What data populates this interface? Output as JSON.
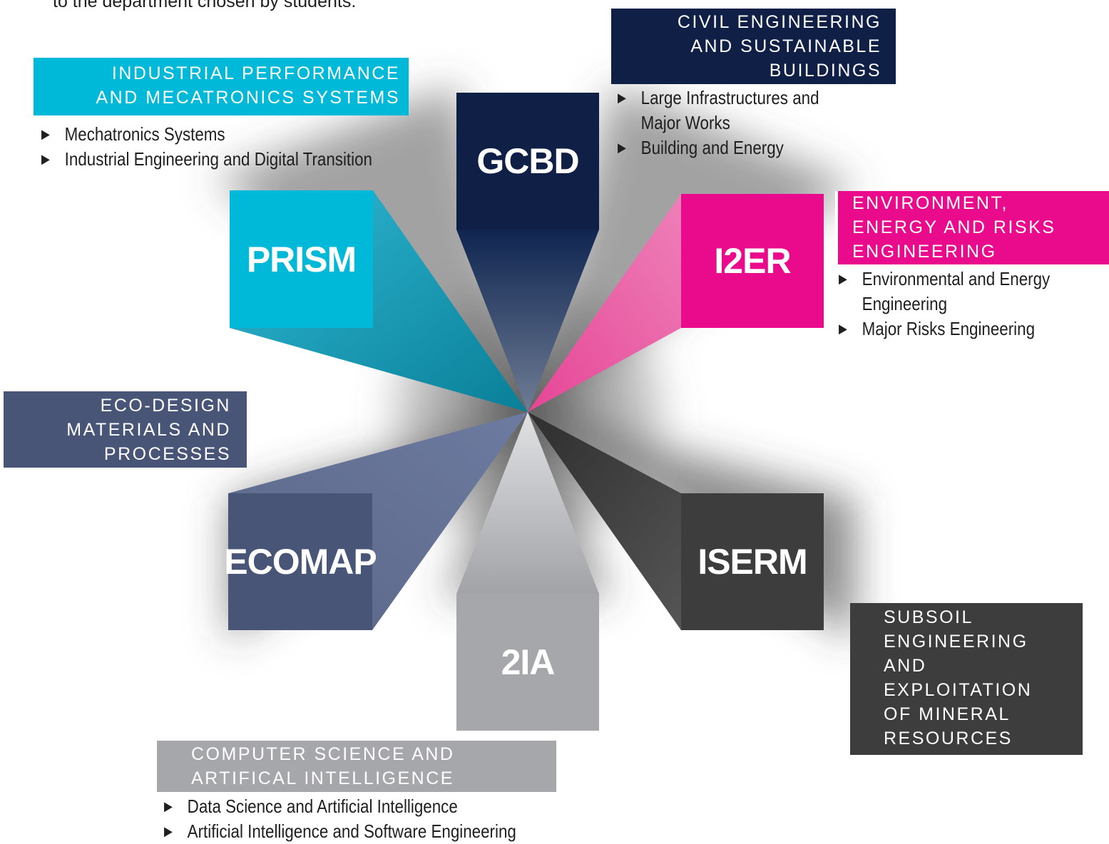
{
  "intro_text": "to the department chosen by students.",
  "departments": {
    "gcbd": {
      "acronym": "GCBD",
      "title_lines": [
        "CIVIL ENGINEERING",
        "AND SUSTAINABLE",
        "BUILDINGS"
      ],
      "tracks": [
        "Large Infrastructures and Major Works",
        "Building and Energy"
      ],
      "color": "#0f1f45"
    },
    "prism": {
      "acronym": "PRISM",
      "title_lines": [
        "INDUSTRIAL PERFORMANCE",
        "AND MECATRONICS SYSTEMS"
      ],
      "tracks": [
        "Mechatronics Systems",
        "Industrial Engineering and Digital Transition"
      ],
      "color": "#00b9d8"
    },
    "i2er": {
      "acronym": "I2ER",
      "title_lines": [
        "ENVIRONMENT,",
        "ENERGY AND RISKS",
        "ENGINEERING"
      ],
      "tracks": [
        "Environmental and Energy Engineering",
        "Major Risks Engineering"
      ],
      "color": "#ea0a8c"
    },
    "ecomap": {
      "acronym": "ECOMAP",
      "title_lines": [
        "ECO-DESIGN",
        "MATERIALS AND",
        "PROCESSES"
      ],
      "color": "#495577"
    },
    "iserm": {
      "acronym": "ISERM",
      "title_lines": [
        "SUBSOIL",
        "ENGINEERING",
        "AND",
        "EXPLOITATION",
        "OF MINERAL",
        "RESOURCES"
      ],
      "color": "#3d3d3d"
    },
    "ia2": {
      "acronym": "2IA",
      "title_lines": [
        "COMPUTER SCIENCE AND",
        "ARTIFICAL INTELLIGENCE"
      ],
      "tracks": [
        "Data Science and Artificial Intelligence",
        "Artificial Intelligence and Software Engineering"
      ],
      "color": "#a6a7ab"
    }
  }
}
